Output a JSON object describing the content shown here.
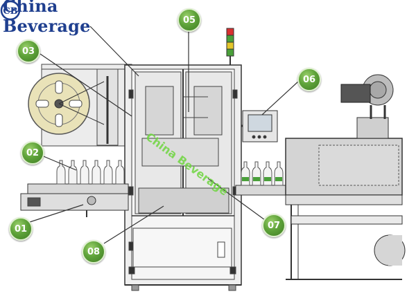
{
  "brand": {
    "name": "China Beverage",
    "logo_letters": "CB"
  },
  "watermark": "China Beverage",
  "callouts": [
    {
      "label": "01"
    },
    {
      "label": "02"
    },
    {
      "label": "03"
    },
    {
      "label": "05"
    },
    {
      "label": "06"
    },
    {
      "label": "07"
    },
    {
      "label": "08"
    }
  ],
  "colors": {
    "callout_green": "#5fa33a",
    "brand_blue": "#1f3f8f",
    "watermark_green": "#6fd640",
    "line_gray": "#555555"
  }
}
